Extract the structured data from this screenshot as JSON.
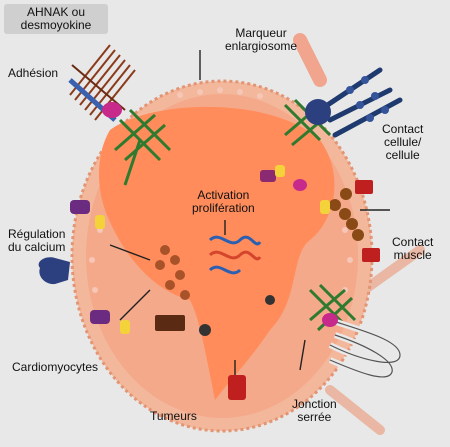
{
  "title": {
    "line1": "AHNAK ou",
    "line2": "desmoyokine"
  },
  "labels": {
    "adhesion": "Adhésion",
    "marker": {
      "line1": "Marqueur",
      "line2": "enlargiosome"
    },
    "cell_contact": {
      "line1": "Contact",
      "line2": "cellule/",
      "line3": "cellule"
    },
    "activation": {
      "line1": "Activation",
      "line2": "prolifération"
    },
    "calcium": {
      "line1": "Régulation",
      "line2": "du calcium"
    },
    "muscle": {
      "line1": "Contact",
      "line2": "muscle"
    },
    "cardio": "Cardiomyocytes",
    "tumours": "Tumeurs",
    "tight_junction": {
      "line1": "Jonction",
      "line2": "serrée"
    }
  },
  "colors": {
    "cytoplasm": "#ff8c5a",
    "membrane": "#f3b79c",
    "nucleus": "#f4a98a",
    "actin": "#2f7a2f",
    "cadherin": "#1f3a6e"
  }
}
